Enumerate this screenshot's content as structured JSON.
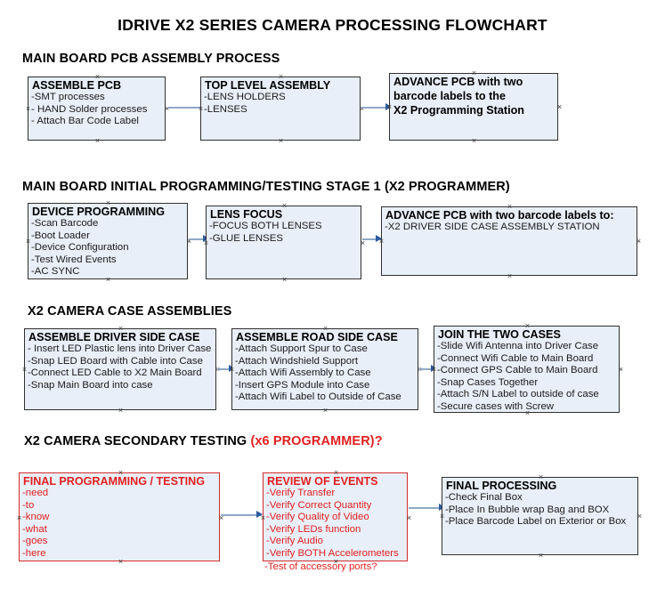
{
  "document": {
    "title": "IDRIVE X2  SERIES CAMERA PROCESSING FLOWCHART"
  },
  "colors": {
    "box_fill": "#e9eff8",
    "box_border": "#2f2f2f",
    "red_accent": "#e02020",
    "red_border": "#d42b2b",
    "connector_line": "#8fa9c4",
    "connector_arrow": "#2f5b9e",
    "text": "#000000"
  },
  "sections": [
    {
      "id": "main-board-pcb-assembly",
      "heading": "MAIN BOARD PCB ASSEMBLY PROCESS",
      "heading_red": "",
      "boxes": [
        {
          "id": "assemble-pcb",
          "title": "ASSEMBLE PCB",
          "lines": [
            "-SMT processes",
            "- HAND Solder processes",
            "- Attach Bar Code Label"
          ]
        },
        {
          "id": "top-level-assembly",
          "title": "TOP LEVEL ASSEMBLY",
          "lines": [
            "-LENS HOLDERS",
            "-LENSES"
          ]
        },
        {
          "id": "advance-pcb-programming-station",
          "title": "ADVANCE PCB with two",
          "lines": [
            "barcode labels to the",
            " X2 Programming Station"
          ]
        }
      ]
    },
    {
      "id": "main-board-initial-programming",
      "heading": "MAIN BOARD INITIAL PROGRAMMING/TESTING STAGE 1 (X2 PROGRAMMER)",
      "heading_red": "",
      "boxes": [
        {
          "id": "device-programming",
          "title": "DEVICE PROGRAMMING",
          "lines": [
            "-Scan Barcode",
            "-Boot Loader",
            "-Device Configuration",
            "-Test Wired Events",
            "-AC SYNC"
          ]
        },
        {
          "id": "lens-focus",
          "title": "LENS FOCUS",
          "lines": [
            "-FOCUS BOTH LENSES",
            "-GLUE LENSES"
          ]
        },
        {
          "id": "advance-pcb-driver-side",
          "title": "ADVANCE PCB with two barcode labels to:",
          "lines": [
            "-X2 DRIVER  SIDE  CASE  ASSEMBLY STATION"
          ]
        }
      ]
    },
    {
      "id": "x2-camera-case-assemblies",
      "heading": "X2 CAMERA CASE ASSEMBLIES",
      "heading_red": "",
      "boxes": [
        {
          "id": "assemble-driver-side-case",
          "title": "ASSEMBLE DRIVER SIDE CASE",
          "lines": [
            "- Insert LED Plastic lens into Driver Case",
            "-Snap LED Board with Cable into Case",
            "-Connect LED Cable to X2 Main Board",
            "-Snap Main Board into case"
          ]
        },
        {
          "id": "assemble-road-side-case",
          "title": "ASSEMBLE ROAD SIDE CASE",
          "lines": [
            "-Attach Support Spur to Case",
            "-Attach Windshield Support",
            "-Attach Wifi Assembly to Case",
            "-Insert GPS Module into Case",
            "-Attach Wifi Label to Outside of Case"
          ]
        },
        {
          "id": "join-the-two-cases",
          "title": "JOIN THE TWO CASES",
          "lines": [
            "-Slide Wifi Antenna into Driver Case",
            "-Connect Wifi Cable to Main Board",
            "-Connect GPS Cable to Main Board",
            "-Snap Cases Together",
            "-Attach S/N Label to outside of case",
            "-Secure cases with Screw"
          ]
        }
      ]
    },
    {
      "id": "x2-camera-secondary-testing",
      "heading": "X2 CAMERA SECONDARY TESTING ",
      "heading_red": "(x6 PROGRAMMER)?",
      "boxes": [
        {
          "id": "final-programming-testing",
          "title": "FINAL PROGRAMMING / TESTING",
          "lines": [
            "-need",
            "-to",
            "-know",
            "-what",
            "-goes",
            "-here"
          ]
        },
        {
          "id": "review-of-events",
          "title": "REVIEW OF EVENTS",
          "lines": [
            "-Verify Transfer",
            "-Verify Correct Quantity",
            "-Verify Quality of Video",
            "-Verify LEDs function",
            "-Verify Audio",
            "-Verify BOTH Accelerometers"
          ],
          "overflow_line": "-Test of accessory ports?"
        },
        {
          "id": "final-processing",
          "title": "FINAL PROCESSING",
          "lines": [
            " -Check Final Box",
            "-Place In Bubble wrap Bag and BOX",
            "-Place Barcode Label on Exterior or Box"
          ]
        }
      ]
    }
  ]
}
